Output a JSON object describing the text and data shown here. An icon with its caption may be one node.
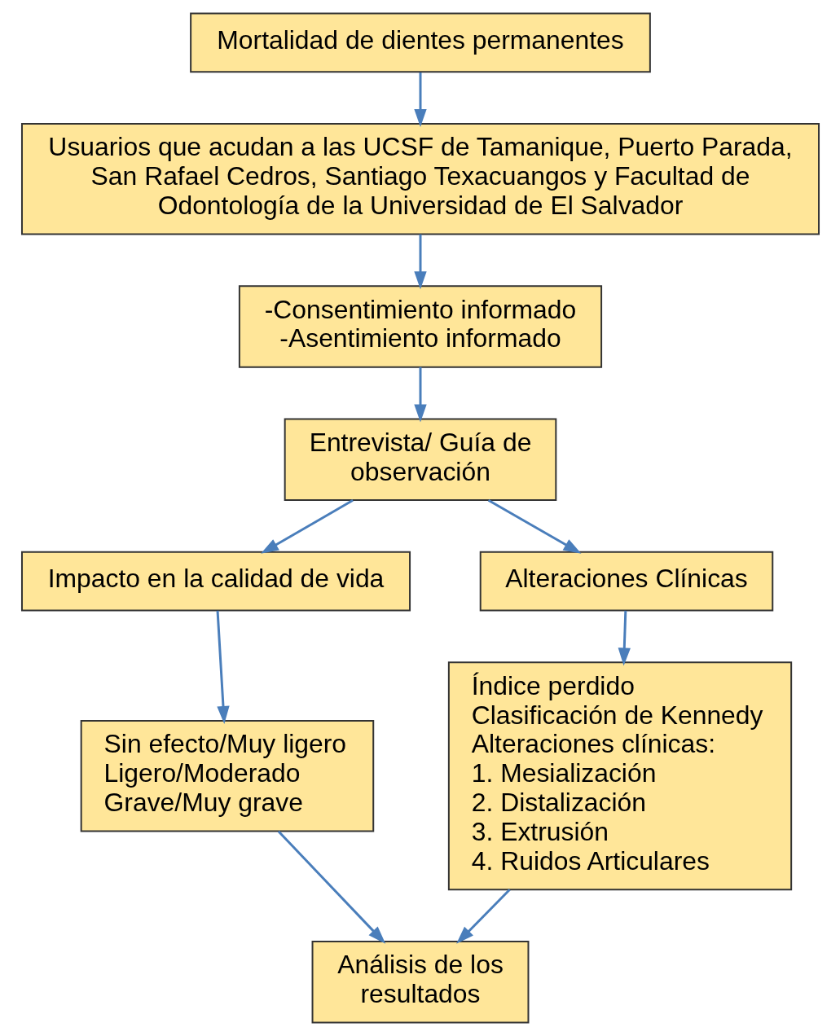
{
  "diagram": {
    "nodes": [
      {
        "text": [
          "Mortalidad de dientes permanentes"
        ]
      },
      {
        "text": [
          "Usuarios que acudan a las UCSF de Tamanique, Puerto Parada, San Rafael Cedros, Santiago Texacuangos y Facultad de Odontología de la Universidad de El Salvador"
        ]
      },
      {
        "text": [
          "-Consentimiento informado",
          "-Asentimiento informado"
        ]
      },
      {
        "text": [
          "Entrevista/ Guía de observación"
        ]
      },
      {
        "text": [
          "Impacto en la calidad de vida"
        ]
      },
      {
        "text": [
          "Alteraciones Clínicas"
        ]
      },
      {
        "text": [
          "Sin efecto/Muy ligero",
          "Ligero/Moderado",
          "Grave/Muy grave"
        ]
      },
      {
        "text": [
          "Índice perdido",
          "Clasificación de Kennedy",
          "Alteraciones clínicas:",
          "1. Mesialización",
          "2. Distalización",
          "3. Extrusión",
          "4. Ruidos Articulares"
        ]
      },
      {
        "text": [
          "Análisis de los resultados"
        ]
      }
    ],
    "edges": [
      {
        "from": 0,
        "to": 1,
        "arrow": "to"
      },
      {
        "from": 1,
        "to": 2,
        "arrow": "to"
      },
      {
        "from": 2,
        "to": 3,
        "arrow": "to"
      },
      {
        "from": 3,
        "to": 4,
        "arrow": "to"
      },
      {
        "from": 3,
        "to": 5,
        "arrow": "to"
      },
      {
        "from": 4,
        "to": 6,
        "arrow": "to"
      },
      {
        "from": 5,
        "to": 7,
        "arrow": "to"
      },
      {
        "from": 6,
        "to": 8,
        "arrow": "to"
      },
      {
        "from": 7,
        "to": 8,
        "arrow": "to"
      }
    ]
  }
}
